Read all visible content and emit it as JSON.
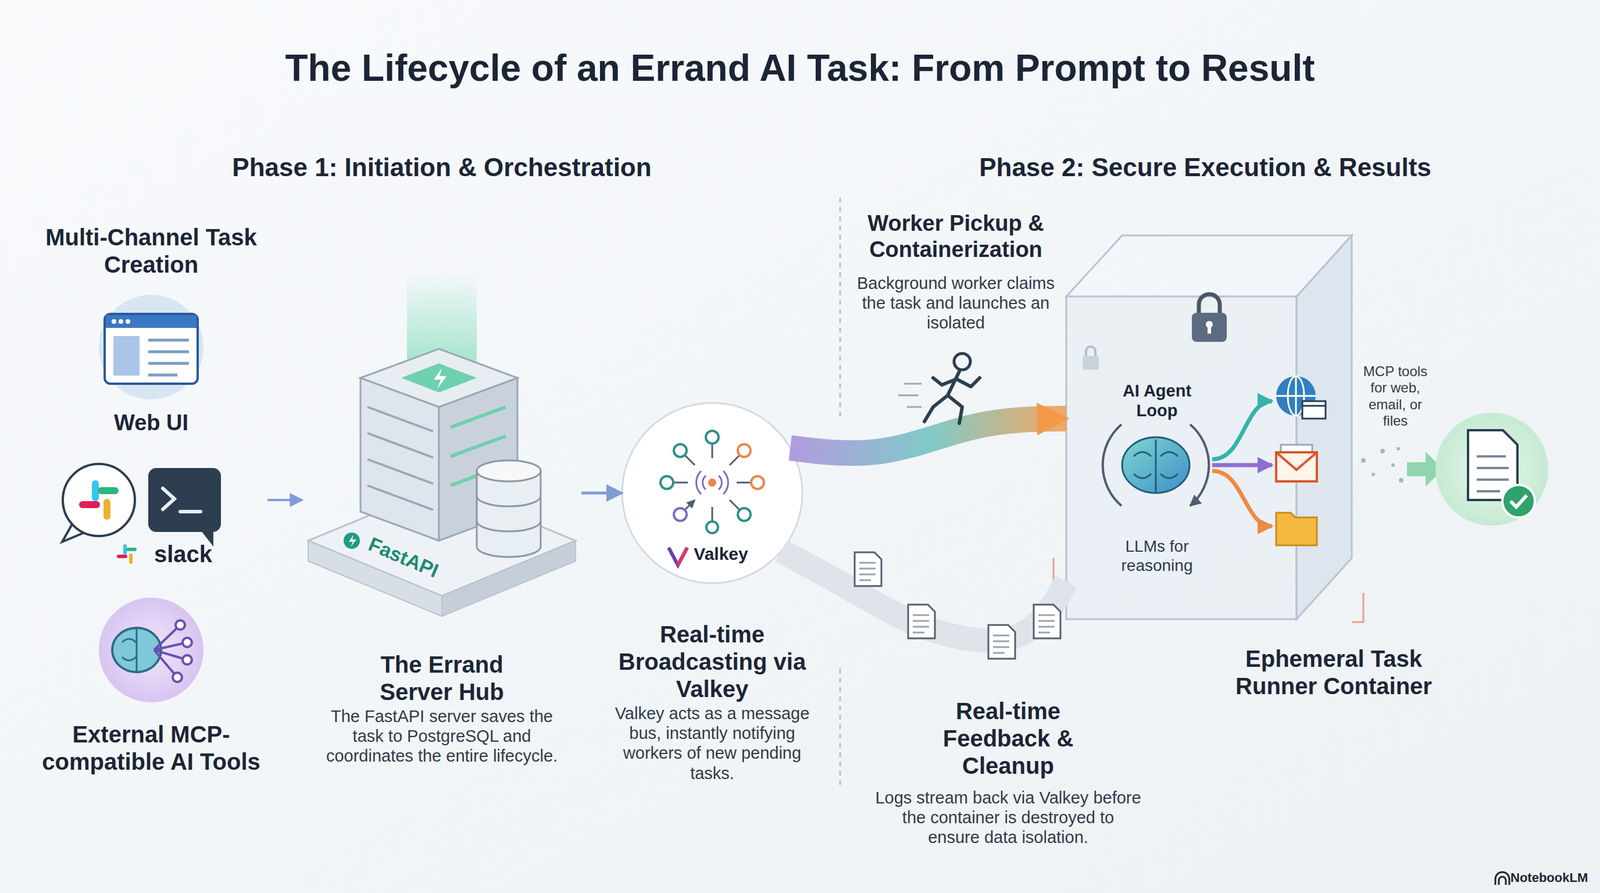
{
  "diagram": {
    "title": "The Lifecycle of an Errand AI Task: From Prompt to Result",
    "nodes": [
      {
        "text": [
          "Multi-Channel Task Creation"
        ]
      },
      {
        "text": [
          "Web UI"
        ],
        "in": 0
      },
      {
        "text": [
          "slack"
        ],
        "in": 0
      },
      {
        "text": [
          "External MCP-compatible AI Tools"
        ],
        "in": 0
      },
      {
        "text": [
          "The Errand Server Hub",
          "The FastAPI server saves the task to PostgreSQL and coordinates the entire lifecycle."
        ]
      },
      {
        "text": [
          "Valkey",
          "Real-time Broadcasting via Valkey",
          "Valkey acts as a message bus, instantly notifying workers of new pending tasks."
        ]
      },
      {
        "text": [
          "Ephemeral Task Runner Container"
        ]
      },
      {
        "text": [
          "AI Agent Loop",
          "LLMs for reasoning"
        ],
        "in": 6
      }
    ],
    "edges": [
      {
        "from": 0,
        "to": 4,
        "arrow": "to"
      },
      {
        "from": 4,
        "to": 5,
        "arrow": "to"
      },
      {
        "from": 5,
        "to": 6,
        "arrow": "to"
      },
      {
        "from": 6,
        "to": 5,
        "arrow": "none"
      }
    ],
    "labels": [
      "Phase 1: Initiation & Orchestration",
      "Phase 2: Secure Execution & Results",
      "FastAPI",
      "Worker Pickup & Containerization",
      "Background worker claims the task and launches an isolated",
      "MCP tools for web, email, or files",
      "Real-time Feedback & Cleanup",
      "Logs stream back via Valkey before the container is destroyed to ensure data isolation.",
      "NotebookLM"
    ]
  }
}
